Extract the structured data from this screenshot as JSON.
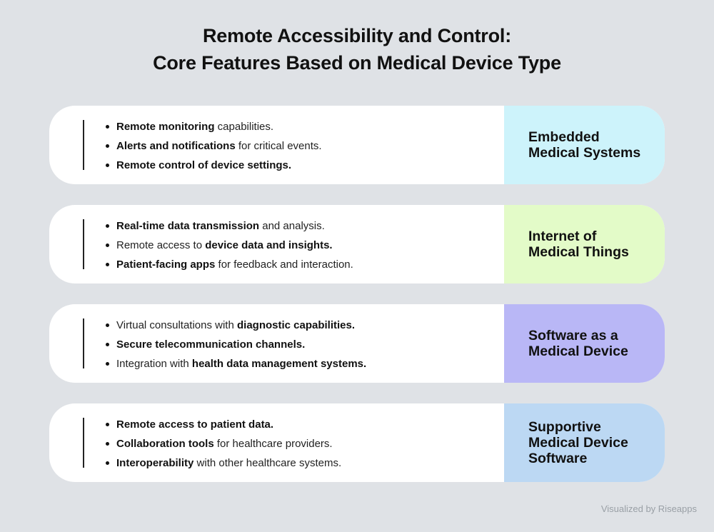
{
  "title": {
    "line1": "Remote Accessibility and Control:",
    "line2": "Core Features Based on Medical Device Type"
  },
  "cards": [
    {
      "label": "Embedded\nMedical Systems",
      "color": "#cdf3fb",
      "items": [
        {
          "segments": [
            {
              "text": "Remote monitoring",
              "bold": true
            },
            {
              "text": " capabilities.",
              "bold": false
            }
          ]
        },
        {
          "segments": [
            {
              "text": "Alerts and notifications",
              "bold": true
            },
            {
              "text": " for critical events.",
              "bold": false
            }
          ]
        },
        {
          "segments": [
            {
              "text": "Remote control of device settings.",
              "bold": true
            }
          ]
        }
      ]
    },
    {
      "label": "Internet of\nMedical Things",
      "color": "#e3fbc8",
      "items": [
        {
          "segments": [
            {
              "text": "Real-time data transmission",
              "bold": true
            },
            {
              "text": " and analysis.",
              "bold": false
            }
          ]
        },
        {
          "segments": [
            {
              "text": "Remote access to ",
              "bold": false
            },
            {
              "text": "device data and insights.",
              "bold": true
            }
          ]
        },
        {
          "segments": [
            {
              "text": " Patient-facing apps",
              "bold": true
            },
            {
              "text": " for feedback and interaction.",
              "bold": false
            }
          ]
        }
      ]
    },
    {
      "label": "Software as a\nMedical Device",
      "color": "#b9b7f6",
      "items": [
        {
          "segments": [
            {
              "text": "Virtual consultations with ",
              "bold": false
            },
            {
              "text": "diagnostic capabilities.",
              "bold": true
            }
          ]
        },
        {
          "segments": [
            {
              "text": "Secure telecommunication channels.",
              "bold": true
            }
          ]
        },
        {
          "segments": [
            {
              "text": "Integration with ",
              "bold": false
            },
            {
              "text": "health data management systems.",
              "bold": true
            }
          ]
        }
      ]
    },
    {
      "label": "Supportive\nMedical Device\nSoftware",
      "color": "#bcd8f3",
      "items": [
        {
          "segments": [
            {
              "text": " Remote access to patient data.",
              "bold": true
            }
          ]
        },
        {
          "segments": [
            {
              "text": "Collaboration tools",
              "bold": true
            },
            {
              "text": " for healthcare providers.",
              "bold": false
            }
          ]
        },
        {
          "segments": [
            {
              "text": "Interoperability",
              "bold": true
            },
            {
              "text": " with other healthcare systems.",
              "bold": false
            }
          ]
        }
      ]
    }
  ],
  "footer": {
    "prefix": "Visualized by ",
    "brand": "Riseapps"
  }
}
